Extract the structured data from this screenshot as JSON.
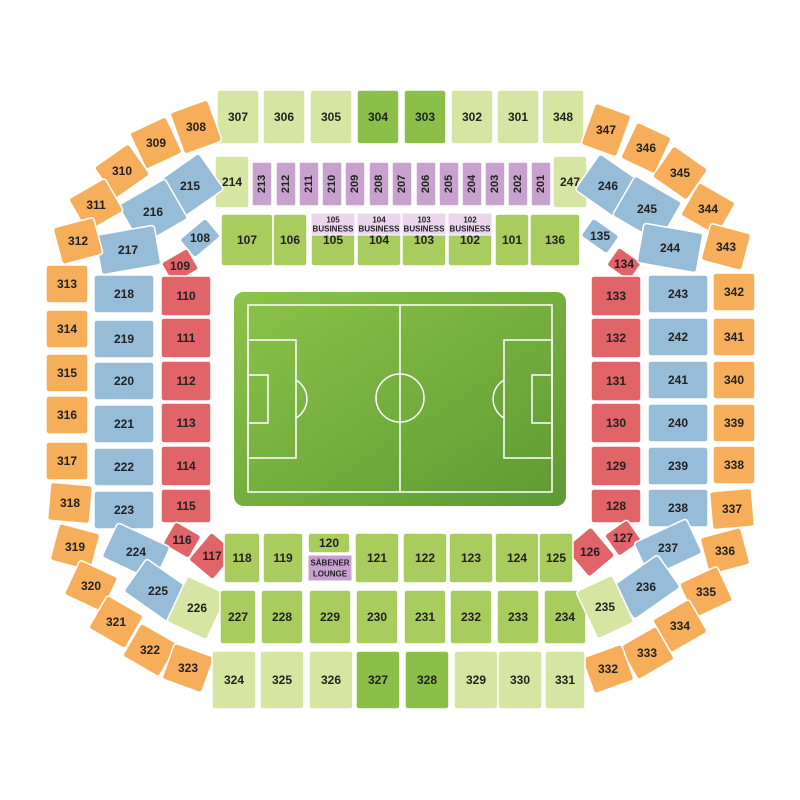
{
  "colors": {
    "orange": "#F7AE5B",
    "blue": "#96BCD7",
    "red": "#E06468",
    "green": "#A8CC5E",
    "light_green": "#D6E5A2",
    "mid_green": "#8CBF4A",
    "purple": "#C9A1CF",
    "light_purple": "#EBD6EE",
    "pitch_dark": "#5E9A33",
    "pitch_light": "#8BC34A",
    "line": "#ffffff"
  },
  "map": {
    "name": "stadium-seating-map",
    "lounge_label": "SÄBENER LOUNGE",
    "business_suffix": "BUSINESS"
  },
  "sections": {
    "tier1_top": [
      "107",
      "106",
      "105",
      "104",
      "103",
      "102",
      "101",
      "136"
    ],
    "business": [
      "105",
      "104",
      "103",
      "102"
    ],
    "tier1_left": [
      "108",
      "109",
      "110",
      "111",
      "112",
      "113",
      "114",
      "115",
      "116",
      "117"
    ],
    "tier1_right": [
      "135",
      "134",
      "133",
      "132",
      "131",
      "130",
      "129",
      "128",
      "127",
      "126"
    ],
    "tier1_bottom": [
      "118",
      "119",
      "120",
      "121",
      "122",
      "123",
      "124",
      "125"
    ],
    "tier2_top_purple": [
      "213",
      "212",
      "211",
      "210",
      "209",
      "208",
      "207",
      "206",
      "205",
      "204",
      "203",
      "202",
      "201"
    ],
    "tier2_top_green": [
      "214",
      "247"
    ],
    "tier2_left": [
      "215",
      "216",
      "217",
      "218",
      "219",
      "220",
      "221",
      "222",
      "223",
      "224",
      "225"
    ],
    "tier2_right": [
      "246",
      "245",
      "244",
      "243",
      "242",
      "241",
      "240",
      "239",
      "238",
      "237",
      "236"
    ],
    "tier2_bottom": [
      "226",
      "227",
      "228",
      "229",
      "230",
      "231",
      "232",
      "233",
      "234",
      "235"
    ],
    "tier3_top_orange_left": [
      "308",
      "309"
    ],
    "tier3_top_green": [
      "307",
      "306",
      "305",
      "304",
      "303",
      "302",
      "301",
      "348"
    ],
    "tier3_top_orange_right": [
      "347",
      "346"
    ],
    "tier3_left": [
      "310",
      "311",
      "312",
      "313",
      "314",
      "315",
      "316",
      "317",
      "318",
      "319",
      "320",
      "321",
      "322",
      "323"
    ],
    "tier3_right": [
      "345",
      "344",
      "343",
      "342",
      "341",
      "340",
      "339",
      "338",
      "337",
      "336",
      "335",
      "334",
      "333",
      "332"
    ],
    "tier3_bottom": [
      "324",
      "325",
      "326",
      "327",
      "328",
      "329",
      "330",
      "331"
    ]
  }
}
